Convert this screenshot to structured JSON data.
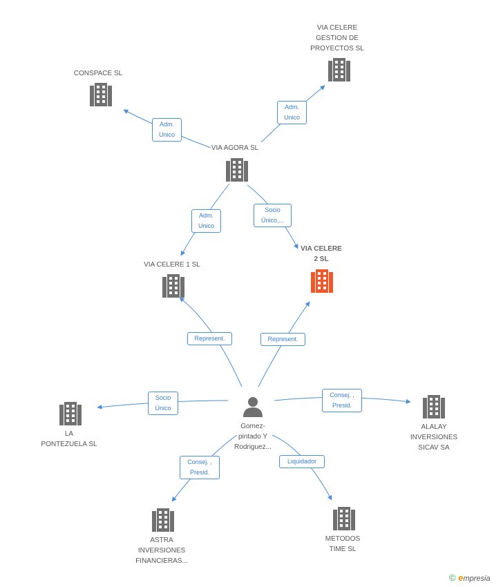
{
  "nodes": {
    "conspace": "CONSPACE  SL",
    "via_celere_gestion_l1": "VIA CELERE",
    "via_celere_gestion_l2": "GESTION DE",
    "via_celere_gestion_l3": "PROYECTOS SL",
    "via_agora": "VIA AGORA SL",
    "via_celere_1": "VIA CELERE 1 SL",
    "via_celere_2_l1": "VIA CELERE",
    "via_celere_2_l2": "2 SL",
    "la_pontezuela_l1": "LA",
    "la_pontezuela_l2": "PONTEZUELA SL",
    "person_l1": "Gomez-",
    "person_l2": "pintado Y",
    "person_l3": "Rodriguez...",
    "alalay_l1": "ALALAY",
    "alalay_l2": "INVERSIONES",
    "alalay_l3": "SICAV SA",
    "astra_l1": "ASTRA",
    "astra_l2": "INVERSIONES",
    "astra_l3": "FINANCIERAS...",
    "metodos_l1": "METODOS",
    "metodos_l2": "TIME SL"
  },
  "edges": {
    "agora_conspace_l1": "Adm.",
    "agora_conspace_l2": "Unico",
    "agora_gestion_l1": "Adm.",
    "agora_gestion_l2": "Unico",
    "agora_celere1_l1": "Adm.",
    "agora_celere1_l2": "Unico",
    "agora_celere2_l1": "Socio",
    "agora_celere2_l2": "Único,...",
    "person_celere1": "Represent.",
    "person_celere2": "Represent.",
    "person_pontezuela_l1": "Socio",
    "person_pontezuela_l2": "Único",
    "person_alalay_l1": "Consej. ,",
    "person_alalay_l2": "Presid.",
    "person_astra_l1": "Consej. ,",
    "person_astra_l2": "Presid.",
    "person_metodos": "Liquidador"
  },
  "colors": {
    "edge": "#4a8fd9",
    "building": "#707070",
    "focus_building": "#f0582a"
  },
  "footer": {
    "copyright": "©",
    "brand_e": "e",
    "brand_rest": "mpresia"
  }
}
